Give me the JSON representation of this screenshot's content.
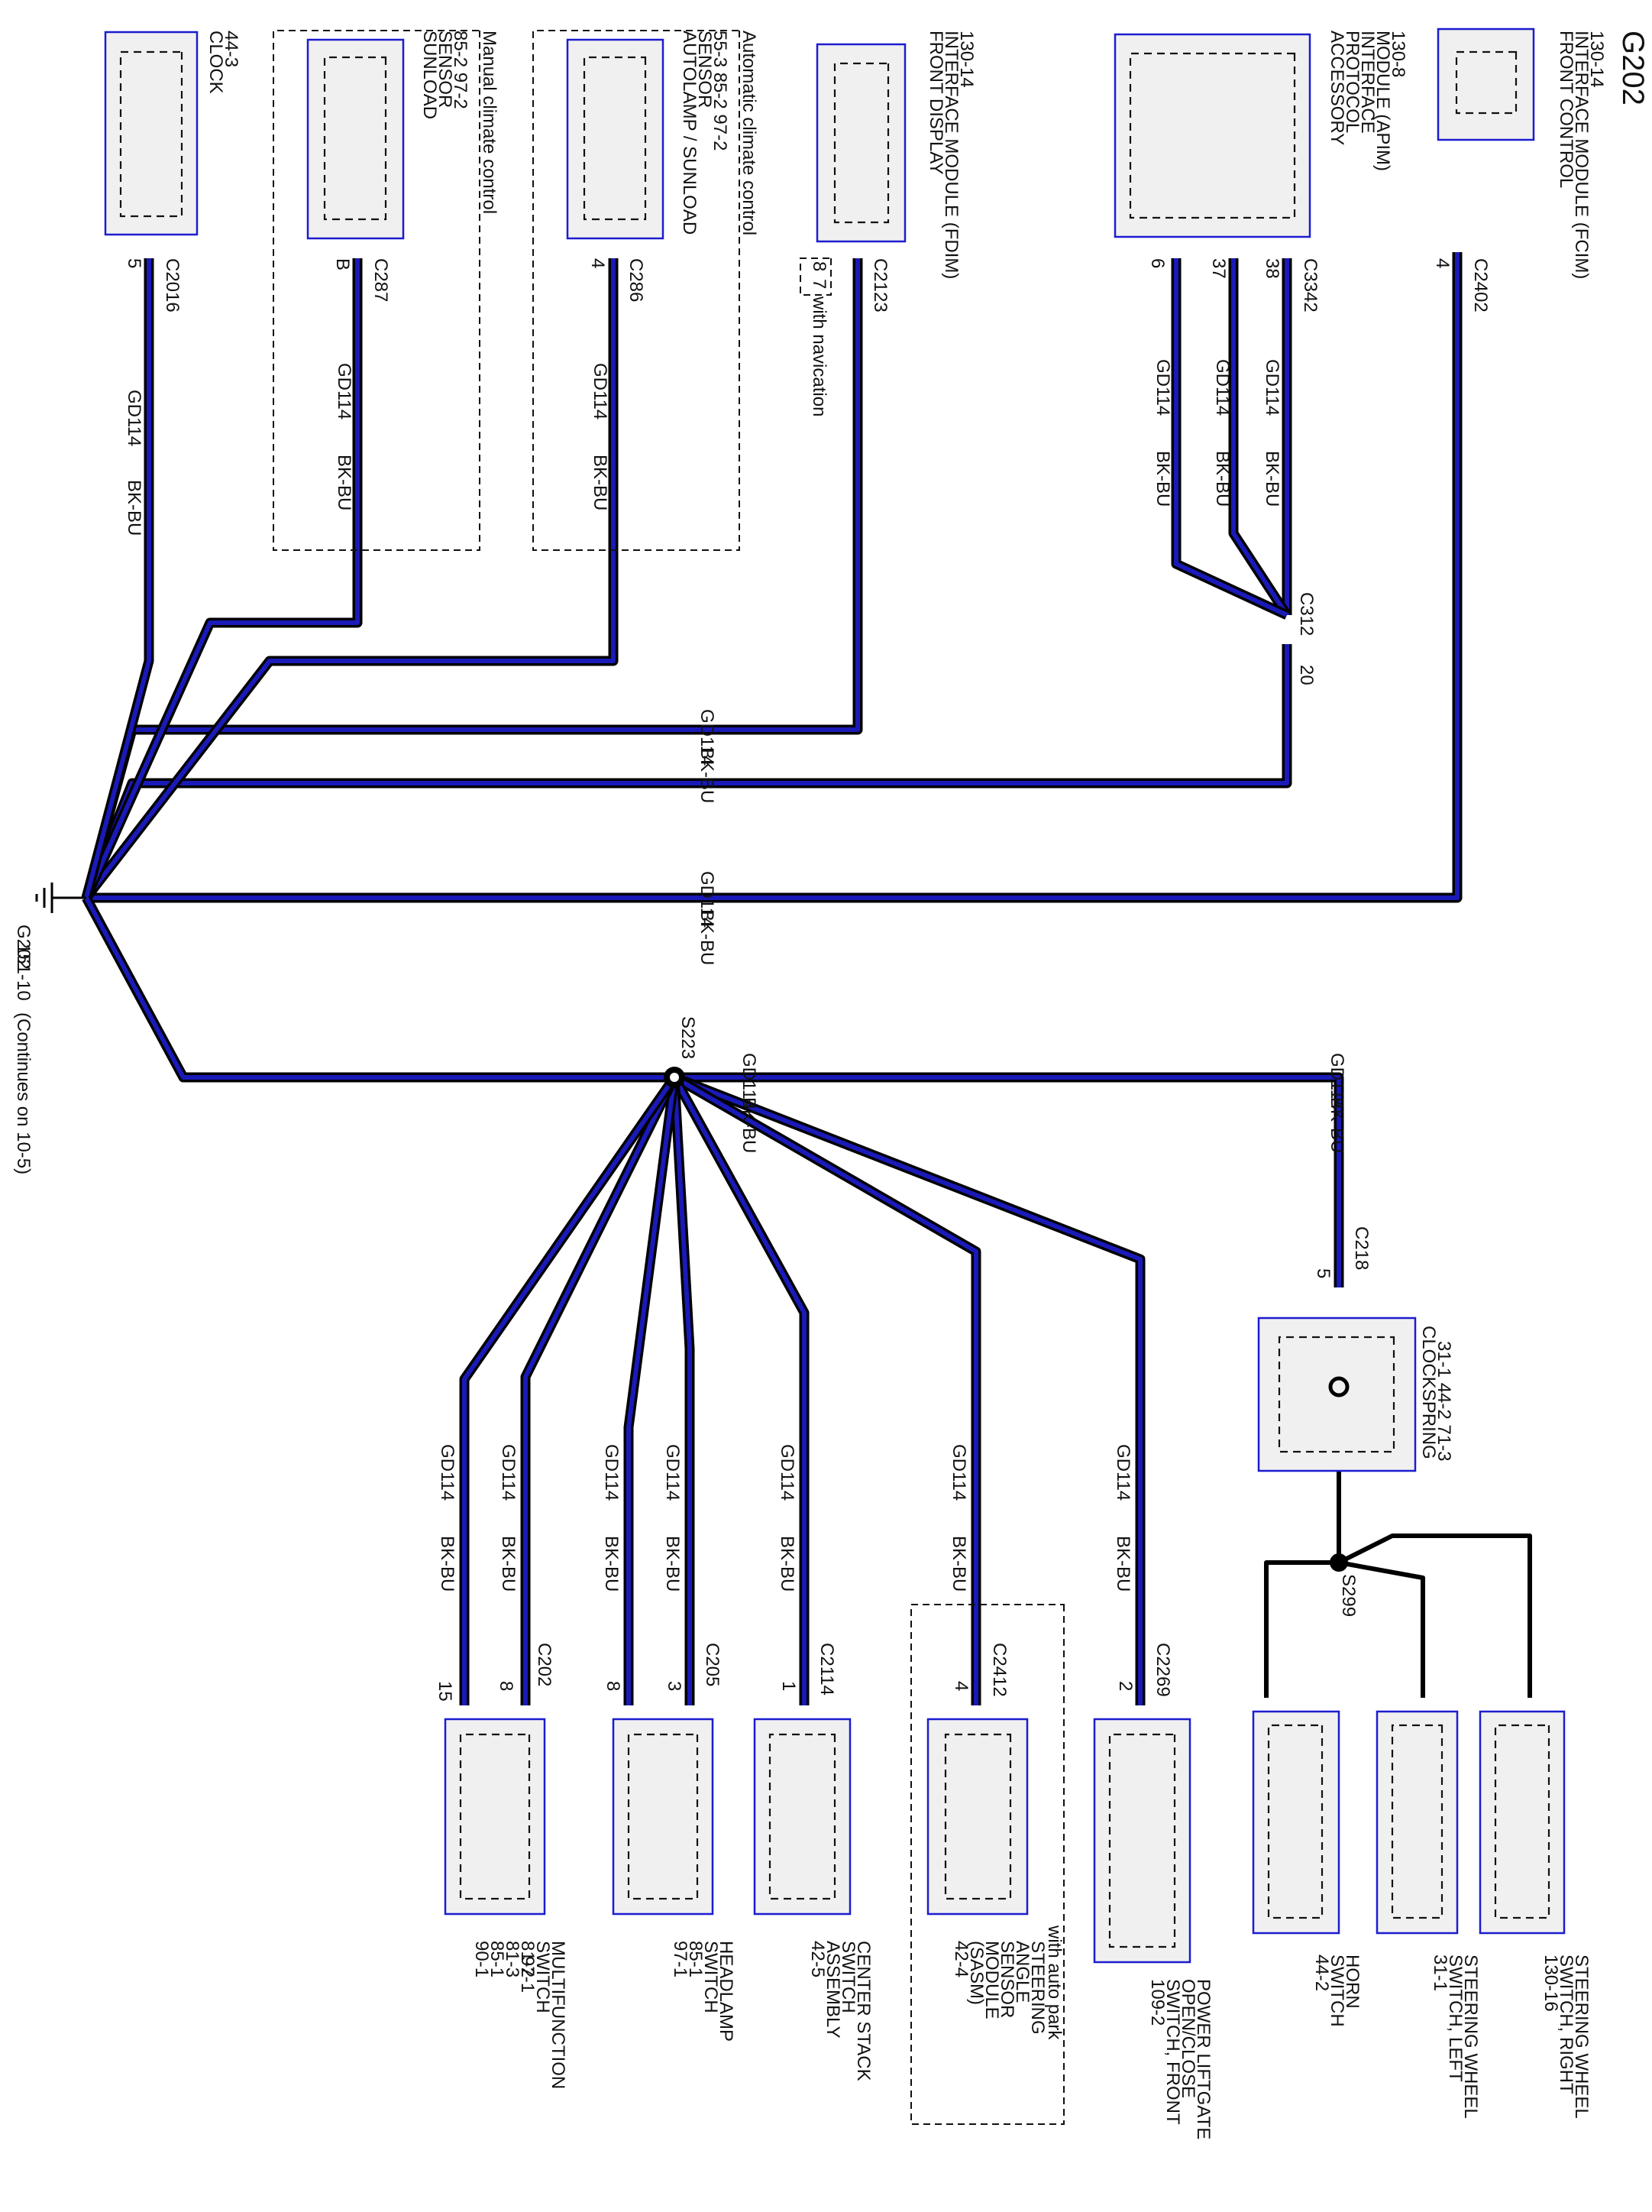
{
  "title": "G202",
  "wire": {
    "circuit": "GD114",
    "color": "BK-BU"
  },
  "ground": {
    "name": "G202",
    "ref": "151-10",
    "note": "(Continues on 10-5)"
  },
  "splices": {
    "s223": "S223",
    "s299": "S299"
  },
  "inline_connector": {
    "name": "C312",
    "pin": "20"
  },
  "components": {
    "fcim": {
      "name": "FRONT CONTROL",
      "name2": "INTERFACE MODULE (FCIM)",
      "ref": "130-14",
      "connector": "C2402",
      "pin": "4"
    },
    "apim": {
      "name": "ACCESSORY",
      "name2": "PROTOCOL",
      "name3": "INTERFACE",
      "name4": "MODULE (APIM)",
      "ref": "130-8",
      "connector": "C3342",
      "pins": [
        "6",
        "37",
        "38"
      ]
    },
    "fdim": {
      "name": "FRONT DISPLAY",
      "name2": "INTERFACE MODULE (FDIM)",
      "ref": "130-14",
      "connector": "C2123",
      "pins": [
        "8",
        "7"
      ],
      "note": "with navication"
    },
    "auto_sensor": {
      "group": "Automatic climate control",
      "name": "AUTOLAMP / SUNLOAD",
      "name2": "SENSOR",
      "refs": "55-3   85-2   97-2",
      "connector": "C286",
      "pin": "4"
    },
    "manual_sensor": {
      "group": "Manual climate control",
      "name": "SUNLOAD",
      "name2": "SENSOR",
      "refs": "85-2   97-2",
      "connector": "C287",
      "pin": "B"
    },
    "clock": {
      "name": "CLOCK",
      "ref": "44-3",
      "connector": "C2016",
      "pin": "5"
    },
    "clockspring": {
      "name": "CLOCKSPRING",
      "refs": "31-1   44-2   71-3",
      "connector": "C218",
      "pin": "5"
    },
    "steer_right": {
      "name": "STEERING WHEEL",
      "name2": "SWITCH, RIGHT",
      "ref": "130-16"
    },
    "steer_left": {
      "name": "STEERING WHEEL",
      "name2": "SWITCH, LEFT",
      "ref": "31-1"
    },
    "horn": {
      "name": "HORN",
      "name2": "SWITCH",
      "ref": "44-2"
    },
    "liftgate": {
      "name": "POWER LIFTGATE",
      "name2": "OPEN/CLOSE",
      "name3": "SWITCH, FRONT",
      "ref": "109-2",
      "connector": "C2269",
      "pin": "2"
    },
    "sasm": {
      "group": "with auto park",
      "name": "STEERING",
      "name2": "ANGLE",
      "name3": "SENSOR",
      "name4": "MODULE",
      "name5": "(SASM)",
      "ref": "42-4",
      "connector": "C2412",
      "pin": "4"
    },
    "center_stack": {
      "name": "CENTER STACK",
      "name2": "SWITCH",
      "name3": "ASSEMBLY",
      "ref": "42-5",
      "connector": "C2114",
      "pin": "1"
    },
    "headlamp": {
      "name": "HEADLAMP",
      "name2": "SWITCH",
      "refs": [
        "85-1",
        "97-1"
      ],
      "connector": "C205",
      "pins": [
        "3",
        "8"
      ]
    },
    "multifunction": {
      "name": "MULTIFUNCTION",
      "name2": "SWITCH",
      "refs": [
        "81-2",
        "81-3",
        "85-1",
        "90-1"
      ],
      "ref_extra": "97-1",
      "connector": "C202",
      "pins": [
        "8",
        "15"
      ]
    }
  }
}
